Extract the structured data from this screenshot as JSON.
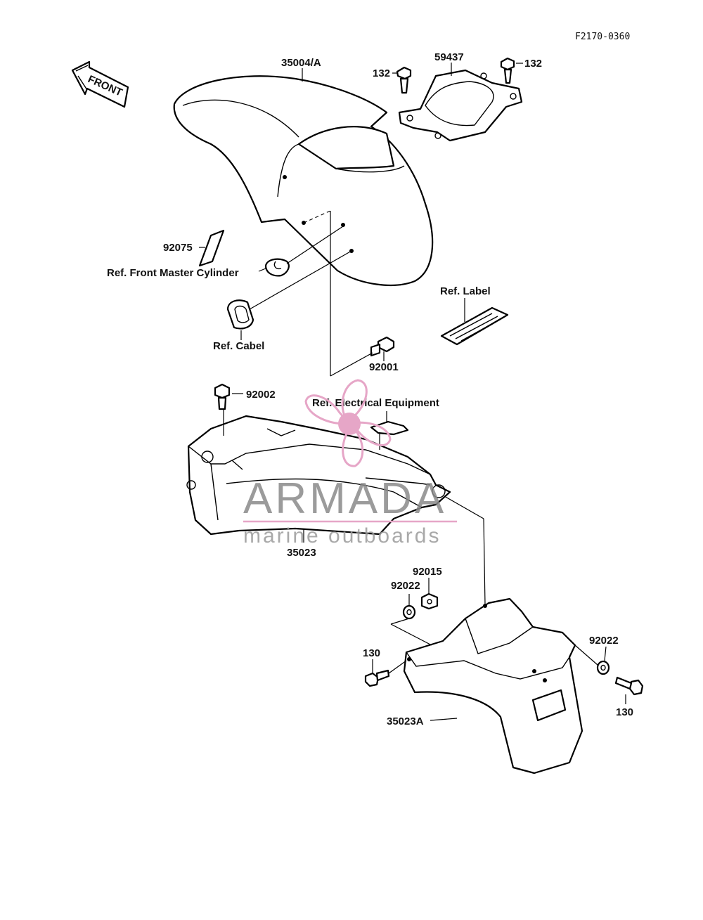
{
  "figure_code": "F2170-0360",
  "front_arrow_text": "FRONT",
  "labels": {
    "p35004a": "35004/A",
    "p59437": "59437",
    "p132_left": "132",
    "p132_right": "132",
    "p92075": "92075",
    "ref_front_master_cylinder": "Ref. Front Master Cylinder",
    "ref_label": "Ref. Label",
    "ref_cabel": "Ref. Cabel",
    "p92001": "92001",
    "p92002": "92002",
    "ref_electrical_equipment": "Ref. Electrical Equipment",
    "p35023": "35023",
    "p92015": "92015",
    "p92022_left": "92022",
    "p92022_right": "92022",
    "p130_left": "130",
    "p130_right": "130",
    "p35023a": "35023A"
  },
  "watermark": {
    "brand": "ARMADA",
    "tagline": "marine outboards",
    "accent_color": "#e6a6c7"
  },
  "colors": {
    "line": "#000000",
    "background": "#ffffff"
  }
}
